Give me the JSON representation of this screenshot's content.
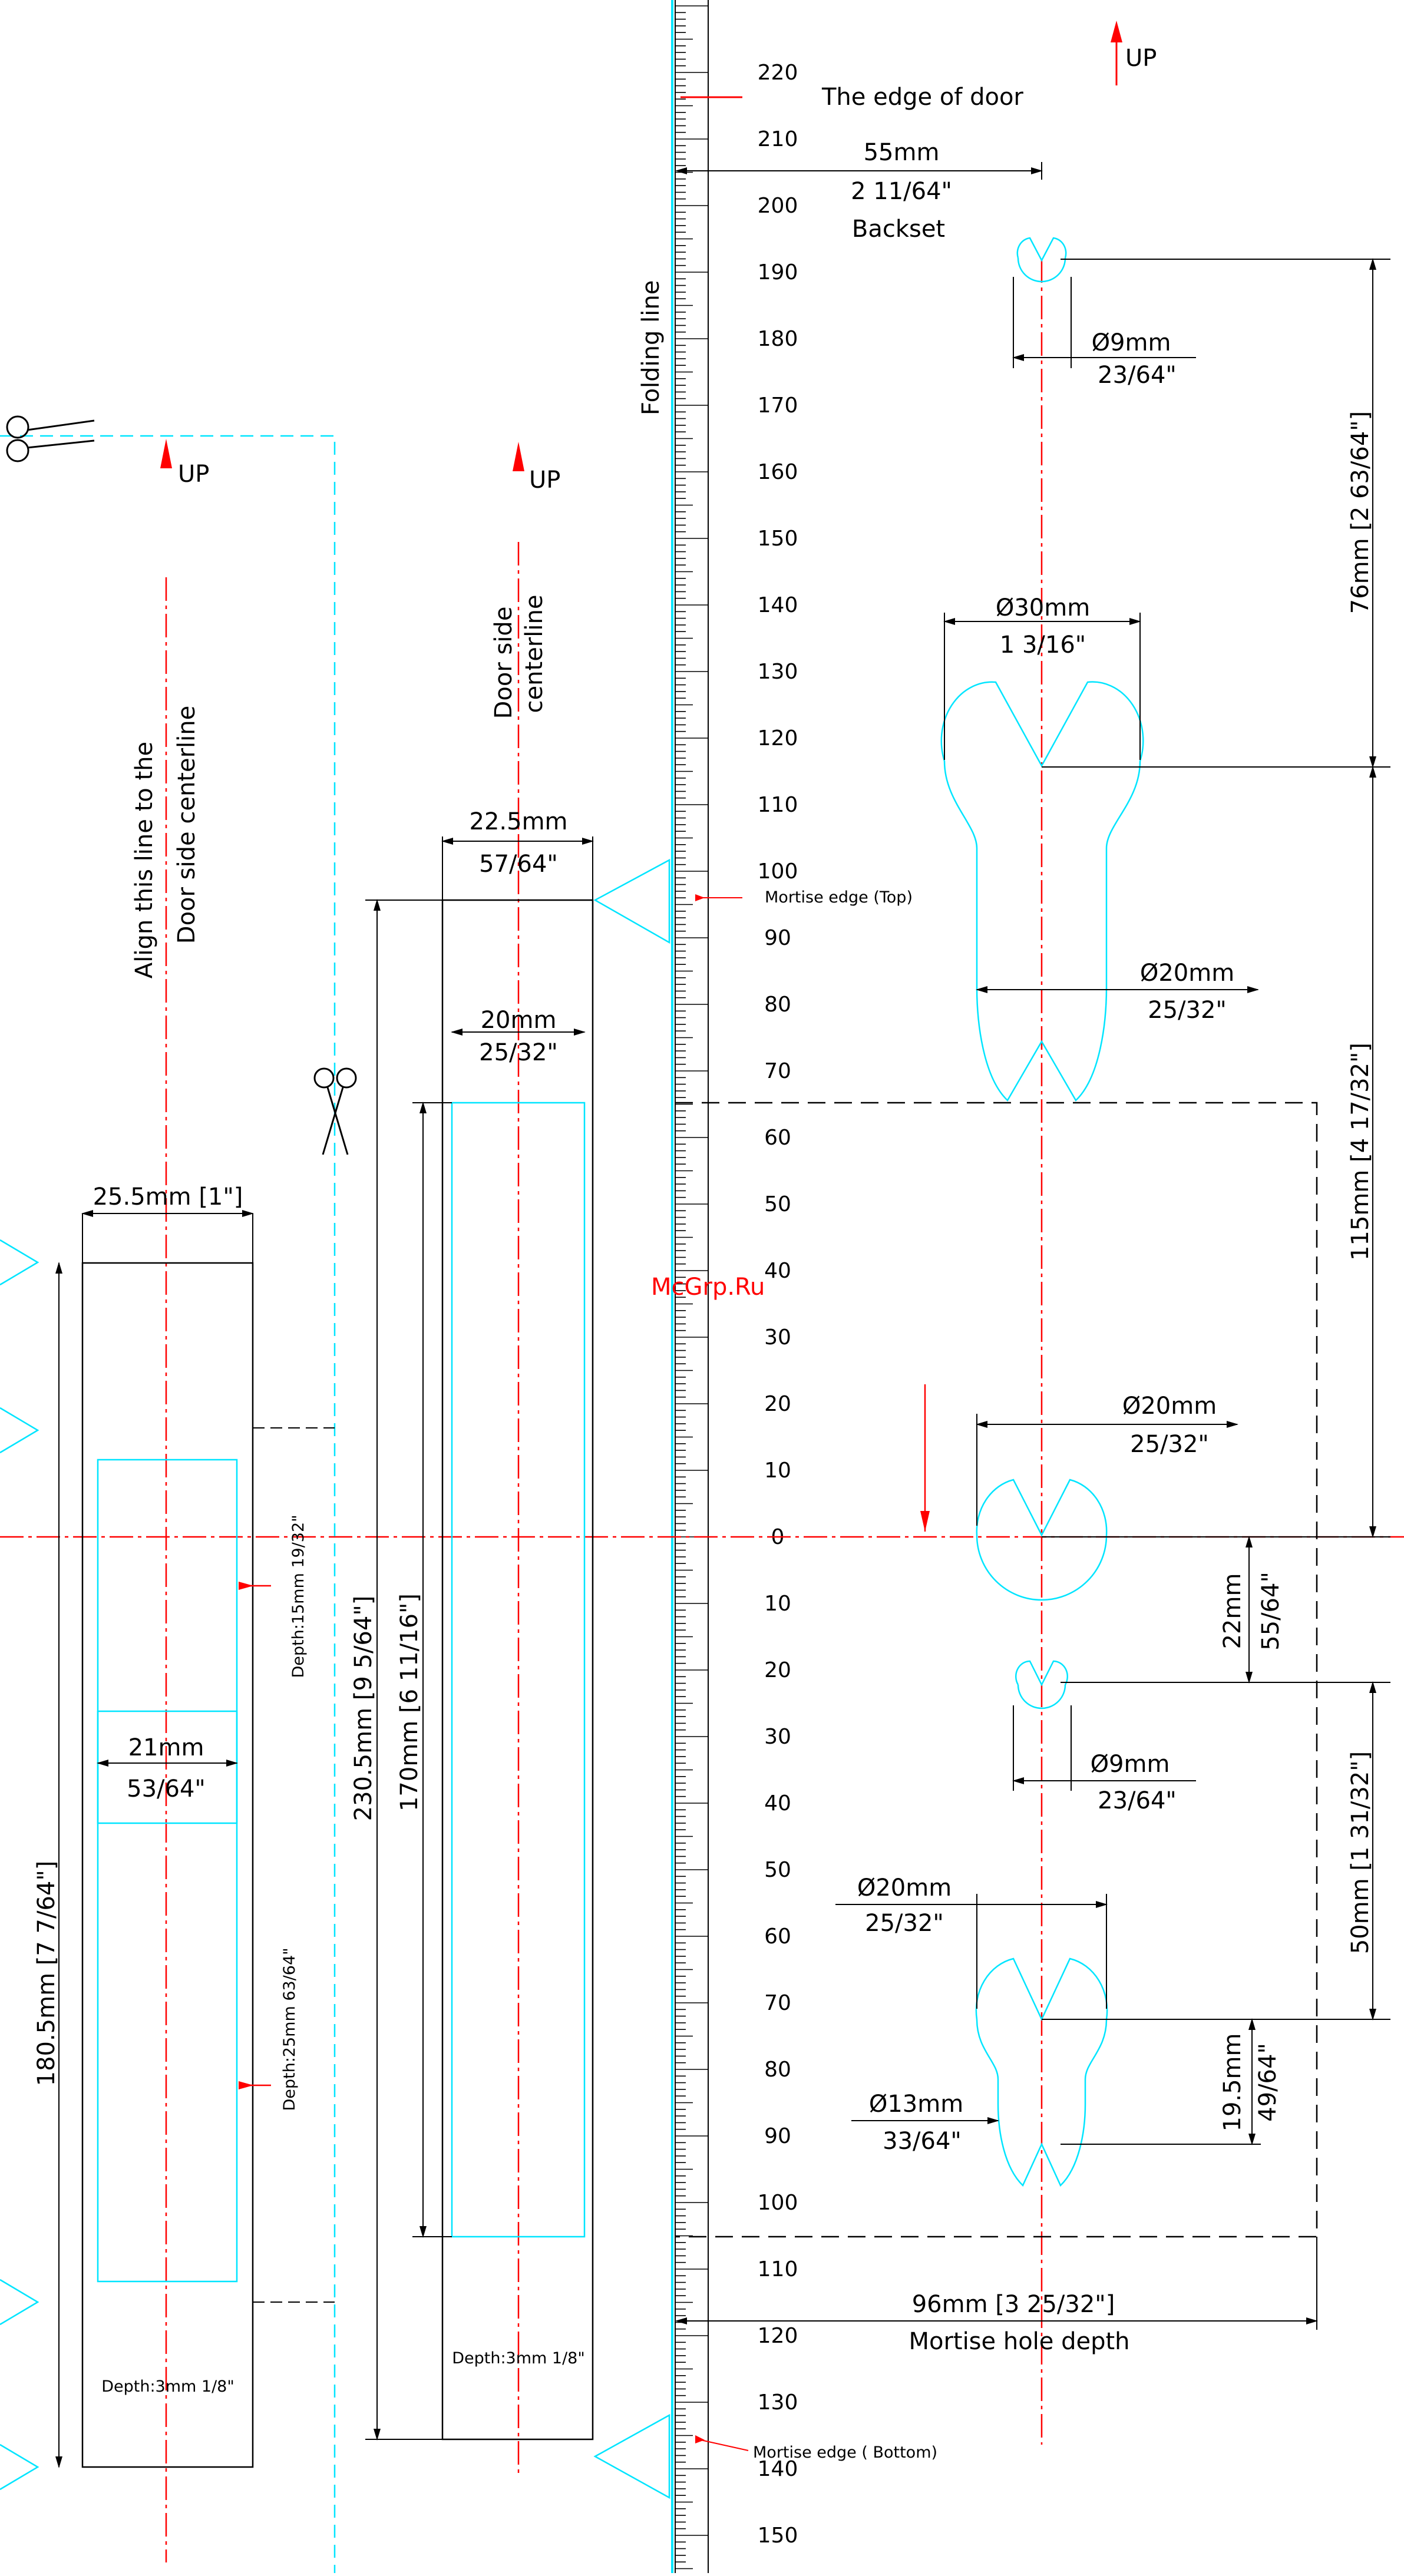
{
  "labels": {
    "up": "UP",
    "edge_of_door": "The edge of door",
    "backset_mm": "55mm",
    "backset_in": "2 11/64\"",
    "backset": "Backset",
    "folding_line": "Folding line",
    "align_line_1": "Align this line to the",
    "align_line_2": "Door side centerline",
    "door_side_1": "Door side",
    "door_side_2": "centerline",
    "mortise_edge_top": "Mortise edge (Top)",
    "mortise_edge_bottom": "Mortise edge ( Bottom)",
    "watermark": "McGrp.Ru",
    "mortise_depth_mm": "96mm [3 25/32\"]",
    "mortise_depth_label": "Mortise hole depth",
    "depth_3mm": "Depth:3mm 1/8\"",
    "depth_15mm": "Depth:15mm 19/32\"",
    "depth_25mm": "Depth:25mm 63/64\""
  },
  "dims": {
    "d9_top_mm": "Ø9mm",
    "d9_top_in": "23/64\"",
    "d30_mm": "Ø30mm",
    "d30_in": "1 3/16\"",
    "d20_a_mm": "Ø20mm",
    "d20_a_in": "25/32\"",
    "d20_b_mm": "Ø20mm",
    "d20_b_in": "25/32\"",
    "d9_bot_mm": "Ø9mm",
    "d9_bot_in": "23/64\"",
    "d20_c_mm": "Ø20mm",
    "d20_c_in": "25/32\"",
    "d13_mm": "Ø13mm",
    "d13_in": "33/64\"",
    "w225_mm": "22.5mm",
    "w225_in": "57/64\"",
    "w20_mm": "20mm",
    "w20_in": "25/32\"",
    "w255": "25.5mm [1\"]",
    "w21_mm": "21mm",
    "w21_in": "53/64\"",
    "v76": "76mm [2 63/64\"]",
    "v115": "115mm [4 17/32\"]",
    "v22_mm": "22mm",
    "v22_in": "55/64\"",
    "v50": "50mm [1 31/32\"]",
    "v195_mm": "19.5mm",
    "v195_in": "49/64\"",
    "v1805": "180.5mm [7 7/64\"]",
    "v2305": "230.5mm [9 5/64\"]",
    "v170": "170mm [6 11/16\"]"
  },
  "ruler": {
    "upper": [
      "220",
      "210",
      "200",
      "190",
      "180",
      "170",
      "160",
      "150",
      "140",
      "130",
      "120",
      "110",
      "100",
      "90",
      "80",
      "70",
      "60",
      "50",
      "40",
      "30",
      "20",
      "10",
      "0"
    ],
    "lower": [
      "10",
      "20",
      "30",
      "40",
      "50",
      "60",
      "70",
      "80",
      "90",
      "100",
      "110",
      "120",
      "130",
      "140",
      "150"
    ]
  },
  "colors": {
    "cyan": "#00e5ff",
    "red": "#ff0000",
    "black": "#000000"
  },
  "icons": [
    "scissors-icon",
    "scissors-icon",
    "up-arrow-icon"
  ]
}
